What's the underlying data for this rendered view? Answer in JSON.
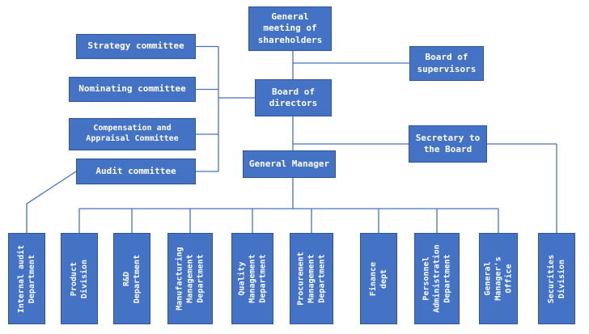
{
  "chart": {
    "type": "org-chart",
    "title": "Corporate governance organization chart",
    "accent_color": "#4472C4",
    "border_color": "#2F5597",
    "text_color": "#FFFFFF",
    "background_color": "#FFFFFF"
  },
  "nodes": {
    "shareholders": {
      "label": "General\nmeeting of\nshareholders"
    },
    "supervisors": {
      "label": "Board of\nsupervisors"
    },
    "directors": {
      "label": "Board of\ndirectors"
    },
    "strategy": {
      "label": "Strategy committee"
    },
    "nominating": {
      "label": "Nominating committee"
    },
    "compensation": {
      "label": "Compensation and\nAppraisal Committee"
    },
    "audit": {
      "label": "Audit committee"
    },
    "secretary": {
      "label": "Secretary to\nthe Board"
    },
    "general_manager": {
      "label": "General Manager"
    },
    "internal_audit": {
      "label": "Internal audit\nDepartment"
    },
    "product": {
      "label": "Product\nDivision"
    },
    "rnd": {
      "label": "R&D\nDepartment"
    },
    "manufacturing": {
      "label": "Manufacturing\nManagement\nDepartment"
    },
    "quality": {
      "label": "Quality\nManagement\nDepartment"
    },
    "procurement": {
      "label": "Procurement\nManagement\nDepartment"
    },
    "finance": {
      "label": "Finance\ndept"
    },
    "personnel": {
      "label": "Personnel\nAdministration\nDepartment"
    },
    "gm_office": {
      "label": "General\nManager's\nOffice"
    },
    "securities": {
      "label": "Securities\nDivision"
    }
  },
  "edges": [
    "shareholders - directors",
    "supervisors - shareholders/directors trunk",
    "strategy - directors",
    "nominating - directors",
    "compensation - directors",
    "audit - directors",
    "directors - general_manager",
    "directors/general_manager trunk - secretary",
    "secretary line - securities",
    "audit - internal_audit",
    "general_manager - product, rnd, manufacturing, quality, procurement, finance, personnel, gm_office"
  ]
}
